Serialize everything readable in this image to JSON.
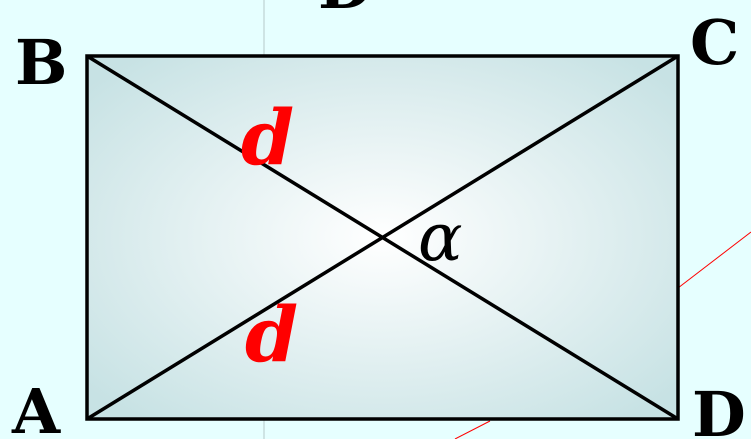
{
  "vertices": {
    "a": "A",
    "b": "B",
    "c": "C",
    "d": "D"
  },
  "diagonal_labels": {
    "upper": "d",
    "lower": "d"
  },
  "angle_label": "α",
  "colors": {
    "background": "#e6ffff",
    "fill_center": "#ffffff",
    "fill_edge": "#c7e2e4",
    "outline": "#000000",
    "length_label": "#ff0000",
    "guide_line": "#ff0000",
    "guide_vertical": "#b7c9c9"
  }
}
